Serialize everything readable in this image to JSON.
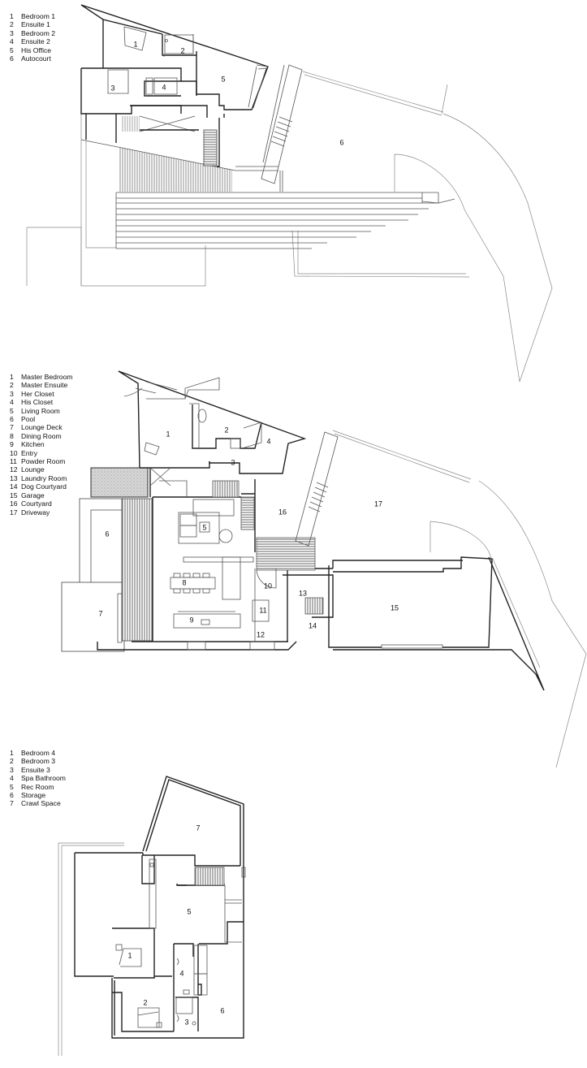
{
  "upper_floor": {
    "legend": [
      {
        "num": "1",
        "label": "Bedroom 1"
      },
      {
        "num": "2",
        "label": "Ensuite 1"
      },
      {
        "num": "3",
        "label": "Bedroom 2"
      },
      {
        "num": "4",
        "label": "Ensuite 2"
      },
      {
        "num": "5",
        "label": "His Office"
      },
      {
        "num": "6",
        "label": "Autocourt"
      }
    ],
    "room_tags": [
      "1",
      "2",
      "3",
      "4",
      "5",
      "6"
    ]
  },
  "main_floor": {
    "legend": [
      {
        "num": "1",
        "label": "Master Bedroom"
      },
      {
        "num": "2",
        "label": "Master Ensuite"
      },
      {
        "num": "3",
        "label": "Her Closet"
      },
      {
        "num": "4",
        "label": "His Closet"
      },
      {
        "num": "5",
        "label": "Living Room"
      },
      {
        "num": "6",
        "label": "Pool"
      },
      {
        "num": "7",
        "label": "Lounge Deck"
      },
      {
        "num": "8",
        "label": "Dining Room"
      },
      {
        "num": "9",
        "label": "Kitchen"
      },
      {
        "num": "10",
        "label": "Entry"
      },
      {
        "num": "11",
        "label": "Powder Room"
      },
      {
        "num": "12",
        "label": "Lounge"
      },
      {
        "num": "13",
        "label": "Laundry Room"
      },
      {
        "num": "14",
        "label": "Dog Courtyard"
      },
      {
        "num": "15",
        "label": "Garage"
      },
      {
        "num": "16",
        "label": "Courtyard"
      },
      {
        "num": "17",
        "label": "Driveway"
      }
    ],
    "room_tags": [
      "1",
      "2",
      "3",
      "4",
      "5",
      "6",
      "7",
      "8",
      "9",
      "10",
      "11",
      "12",
      "13",
      "14",
      "15",
      "16",
      "17"
    ]
  },
  "lower_floor": {
    "legend": [
      {
        "num": "1",
        "label": "Bedroom 4"
      },
      {
        "num": "2",
        "label": "Bedroom 3"
      },
      {
        "num": "3",
        "label": "Ensuite 3"
      },
      {
        "num": "4",
        "label": "Spa Bathroom"
      },
      {
        "num": "5",
        "label": "Rec Room"
      },
      {
        "num": "6",
        "label": "Storage"
      },
      {
        "num": "7",
        "label": "Crawl Space"
      }
    ],
    "room_tags": [
      "1",
      "2",
      "3",
      "4",
      "5",
      "6",
      "7"
    ]
  }
}
